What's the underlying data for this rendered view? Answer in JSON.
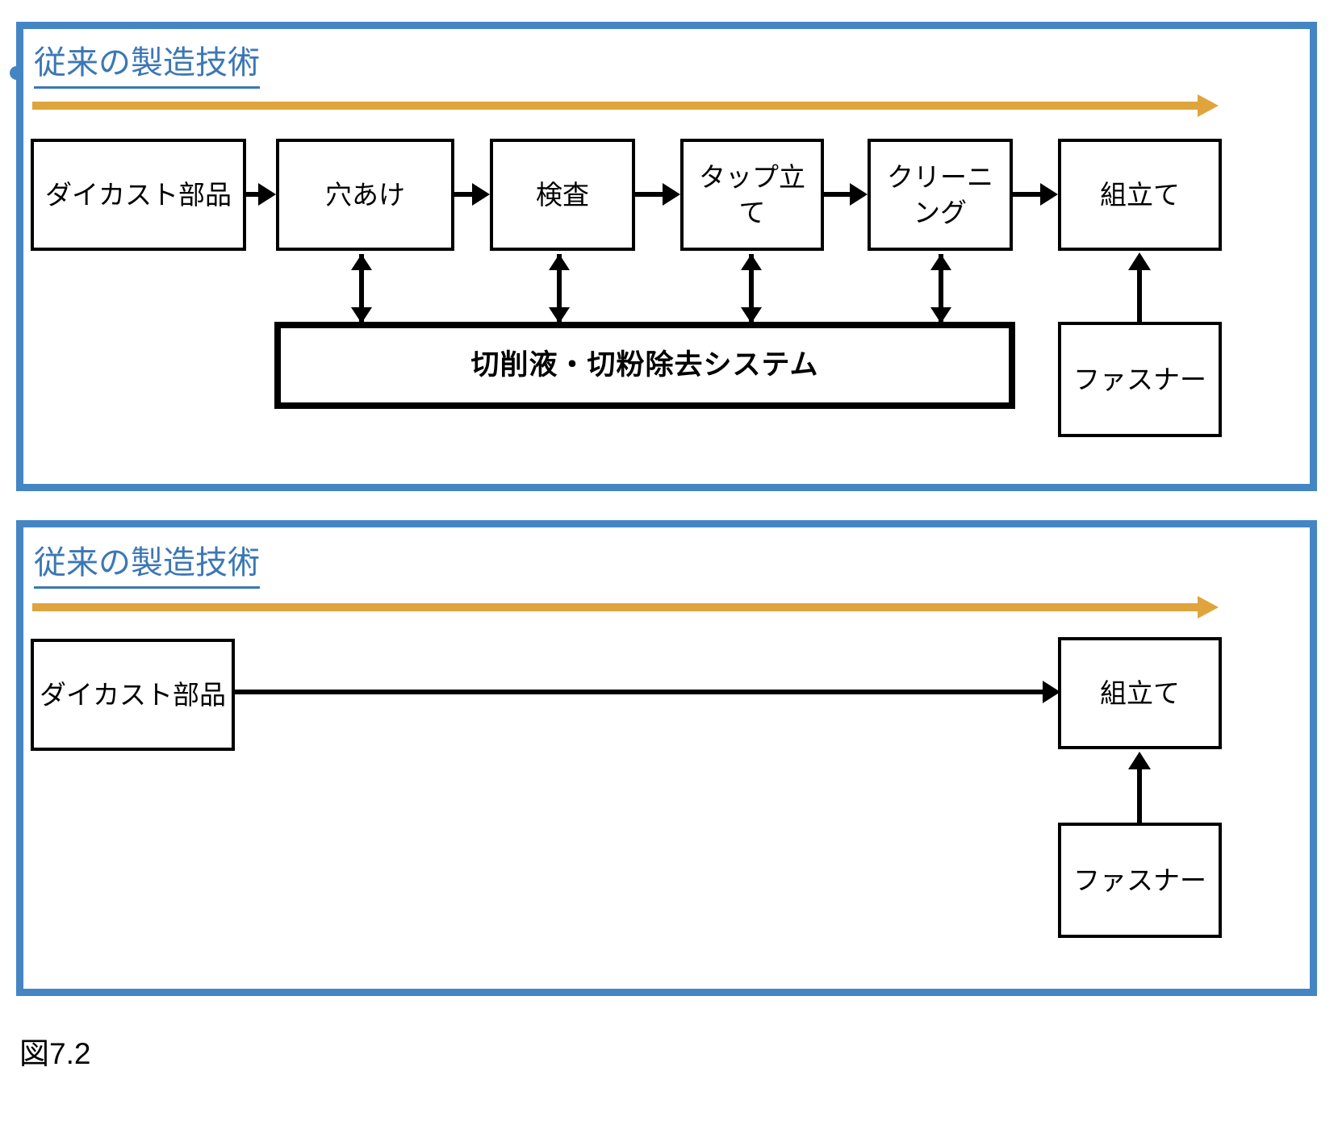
{
  "figure": {
    "caption": "図7.2"
  },
  "panels": [
    {
      "id": "panel-1",
      "title": "従来の製造技術",
      "has_bullet": true,
      "flow_arrow": "progress-arrow-right",
      "process_boxes": [
        {
          "name": "diecast-part",
          "label": "ダイカスト部品"
        },
        {
          "name": "drilling",
          "label": "穴あけ"
        },
        {
          "name": "inspection",
          "label": "検査"
        },
        {
          "name": "tapping",
          "label": "タップ立て"
        },
        {
          "name": "cleaning",
          "label": "クリーニング"
        },
        {
          "name": "assembly",
          "label": "組立て"
        }
      ],
      "system_box": {
        "name": "coolant-chip-removal-system",
        "label": "切削液・切粉除去システム"
      },
      "supply_box": {
        "name": "fastener",
        "label": "ファスナー"
      },
      "connector_count": {
        "horizontal": 5,
        "bidirectional": 4,
        "vertical_up": 1
      }
    },
    {
      "id": "panel-2",
      "title": "従来の製造技術",
      "has_bullet": false,
      "flow_arrow": "progress-arrow-right",
      "process_boxes": [
        {
          "name": "diecast-part",
          "label": "ダイカスト部品"
        },
        {
          "name": "assembly",
          "label": "組立て"
        }
      ],
      "supply_box": {
        "name": "fastener",
        "label": "ファスナー"
      },
      "connector_count": {
        "horizontal": 1,
        "bidirectional": 0,
        "vertical_up": 1
      }
    }
  ],
  "colors": {
    "panel_border": "#4485C4",
    "title_text": "#3C77B5",
    "progress_arrow": "#E0A43C",
    "box_border": "#000000",
    "background": "#FFFFFF"
  }
}
